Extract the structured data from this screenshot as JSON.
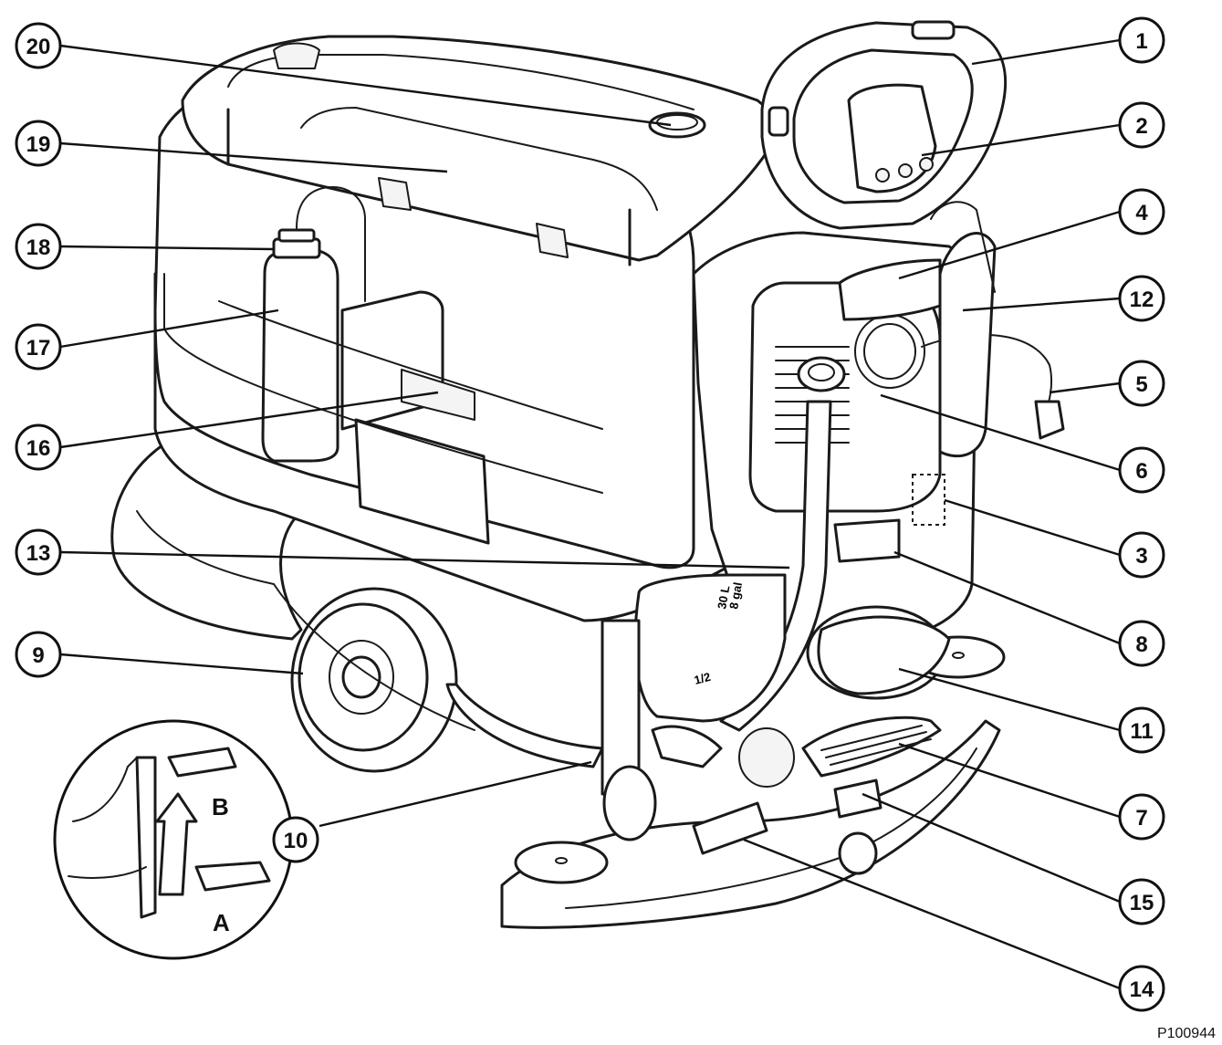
{
  "callouts": [
    {
      "label": "1"
    },
    {
      "label": "2"
    },
    {
      "label": "3"
    },
    {
      "label": "4"
    },
    {
      "label": "5"
    },
    {
      "label": "6"
    },
    {
      "label": "7"
    },
    {
      "label": "8"
    },
    {
      "label": "9"
    },
    {
      "label": "10"
    },
    {
      "label": "11"
    },
    {
      "label": "12"
    },
    {
      "label": "13"
    },
    {
      "label": "14"
    },
    {
      "label": "15"
    },
    {
      "label": "16"
    },
    {
      "label": "17"
    },
    {
      "label": "18"
    },
    {
      "label": "19"
    },
    {
      "label": "20"
    }
  ],
  "inset": {
    "label_a": "A",
    "label_b": "B"
  },
  "markings": {
    "tank_full": "30 L",
    "tank_full_sub": "8 gal",
    "tank_half": "1/2"
  },
  "figure_code": "P100944"
}
